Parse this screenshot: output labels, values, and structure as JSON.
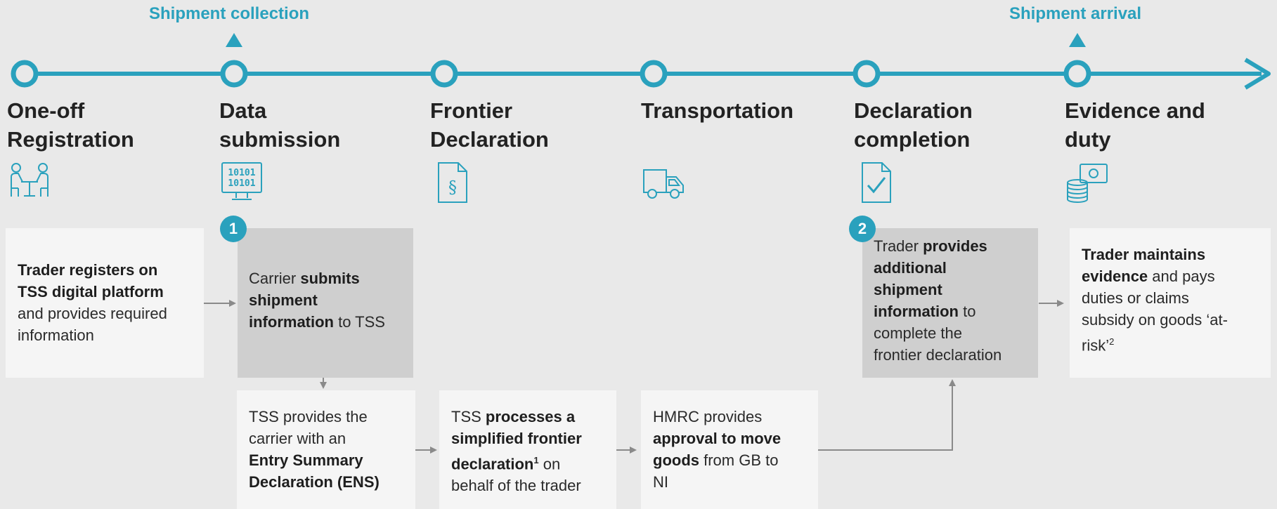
{
  "colors": {
    "accent": "#2aa1bd",
    "box_light": "#f5f5f5",
    "box_dark": "#cfcfcf",
    "connector": "#8a8a8a"
  },
  "markers": {
    "collection": "Shipment collection",
    "arrival": "Shipment arrival"
  },
  "stages": [
    {
      "line1": "One-off",
      "line2": "Registration",
      "icon": "meeting-people-icon"
    },
    {
      "line1": "Data",
      "line2": "submission",
      "icon": "binary-monitor-icon"
    },
    {
      "line1": "Frontier",
      "line2": "Declaration",
      "icon": "legal-document-icon"
    },
    {
      "line1": "Transportation",
      "line2": "",
      "icon": "truck-icon"
    },
    {
      "line1": "Declaration",
      "line2": "completion",
      "icon": "document-checkmark-icon"
    },
    {
      "line1": "Evidence and",
      "line2": "duty",
      "icon": "money-coins-icon"
    }
  ],
  "badges": {
    "one": "1",
    "two": "2"
  },
  "boxes": {
    "registration": {
      "b1": "Trader registers on",
      "b2": "TSS digital platform",
      "t1": "and provides required",
      "t2": "information"
    },
    "carrier_submits": {
      "t1": "Carrier ",
      "b1": "submits",
      "b2": "shipment",
      "b3": "information",
      "t2": " to TSS"
    },
    "ens": {
      "t1": "TSS provides the",
      "t2": "carrier with an",
      "b1": "Entry Summary",
      "b2": "Declaration (ENS)"
    },
    "simplified": {
      "t1": "TSS ",
      "b1": "processes a",
      "b2": "simplified frontier",
      "b3": "declaration",
      "sup": "1",
      "t2": " on",
      "t3": "behalf of the trader"
    },
    "approval": {
      "t1": "HMRC provides",
      "b1": "approval to move",
      "b2": "goods",
      "t2": " from GB to",
      "t3": "NI"
    },
    "completion": {
      "t1": "Trader ",
      "b1": "provides",
      "b2": "additional",
      "b3": "shipment",
      "b4": "information",
      "t2": " to",
      "t3": "complete the",
      "t4": "frontier declaration"
    },
    "evidence": {
      "b1": "Trader maintains",
      "b2": "evidence",
      "t1": " and pays",
      "t2": "duties or claims",
      "t3": "subsidy on goods ‘at-",
      "t4": "risk’",
      "sup": "2"
    }
  }
}
